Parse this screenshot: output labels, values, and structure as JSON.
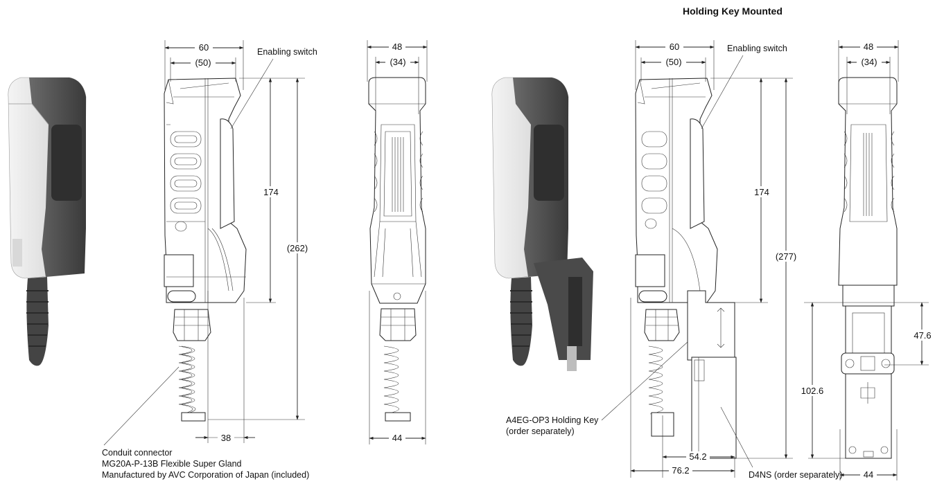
{
  "title": "Holding Key Mounted",
  "left": {
    "dims": {
      "width_60": "60",
      "width_50": "(50)",
      "height_174": "174",
      "height_262": "(262)",
      "width_38": "38",
      "width_48": "48",
      "width_34": "(34)",
      "width_44": "44"
    },
    "labels": {
      "enabling_switch": "Enabling switch",
      "conduit_1": "Conduit connector",
      "conduit_2": "MG20A-P-13B Flexible Super Gland",
      "conduit_3": "Manufactured by AVC Corporation of Japan (included)"
    }
  },
  "right": {
    "dims": {
      "width_60": "60",
      "width_50": "(50)",
      "height_174": "174",
      "height_277": "(277)",
      "width_54_2": "54.2",
      "width_76_2": "76.2",
      "width_48": "48",
      "width_34": "(34)",
      "height_47_6": "47.6",
      "height_102_6": "102.6",
      "width_44": "44"
    },
    "labels": {
      "enabling_switch": "Enabling switch",
      "holding_key_1": "A4EG-OP3 Holding Key",
      "holding_key_2": "(order separately)",
      "d4ns": "D4NS (order separately)"
    }
  },
  "colors": {
    "dark_grip": "#505050",
    "light_shell": "#e4e4e4",
    "line": "#222222"
  }
}
